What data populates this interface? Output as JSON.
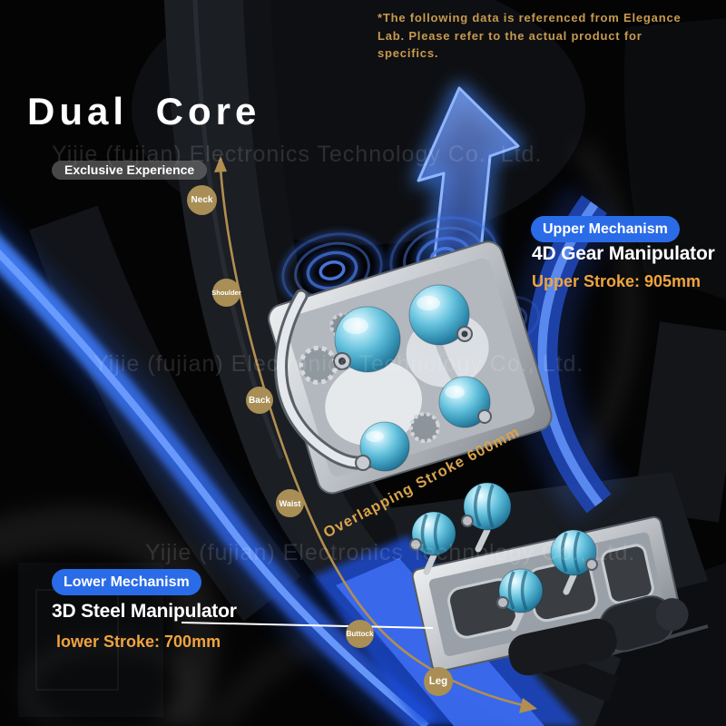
{
  "title": "Dual Core",
  "disclaimer": {
    "lines": [
      "*The following data is referenced from Elegance",
      "Lab. Please refer to the actual product for",
      "specifics."
    ]
  },
  "watermark": "Yijie (fujian) Electronics Technology Co., Ltd.",
  "badges": {
    "exclusive": "Exclusive Experience"
  },
  "upper": {
    "badge": "Upper Mechanism",
    "heading": "4D Gear Manipulator",
    "stroke": "Upper Stroke: 905mm"
  },
  "lower": {
    "badge": "Lower Mechanism",
    "heading": "3D Steel Manipulator",
    "stroke": "lower Stroke: 700mm"
  },
  "overlap_label": "Overlapping Stroke 600mm",
  "body_labels": [
    "Neck",
    "Shoulder",
    "Back",
    "Waist",
    "Buttock",
    "Leg"
  ],
  "icons": {
    "up_arrow_icon": "glowing blue upward arrow",
    "massage_wave_icon": "blue concentric massage ripples"
  },
  "colors": {
    "accent_blue": "#2a6be8",
    "gold_text": "#f0a43e",
    "note_gold": "#c79a4e",
    "label_gold": "#a98e55",
    "line_gold": "#b28e50",
    "roller_blue": "#56bdd9",
    "rail_blue": "#2f6ef0"
  }
}
